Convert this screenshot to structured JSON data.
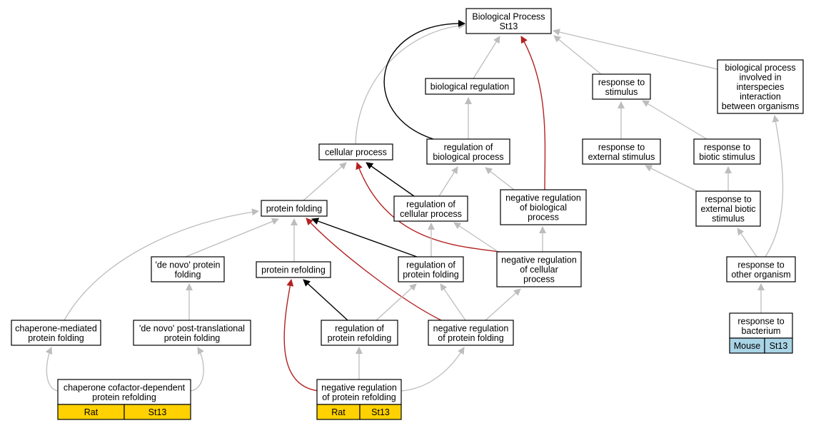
{
  "colors": {
    "edge_default": "#bdbdbd",
    "edge_positive": "#000000",
    "edge_negative": "#b22222",
    "tag_rat": "#ffd100",
    "tag_mouse": "#a9d4e6"
  },
  "nodes": {
    "root": [
      "Biological Process",
      "St13"
    ],
    "bioreg": [
      "biological regulation"
    ],
    "resp_stim": [
      "response to",
      "stimulus"
    ],
    "interspecies": [
      "biological process",
      "involved in",
      "interspecies",
      "interaction",
      "between organisms"
    ],
    "cellproc": [
      "cellular process"
    ],
    "reg_bio": [
      "regulation of",
      "biological process"
    ],
    "resp_ext": [
      "response to",
      "external stimulus"
    ],
    "resp_biotic": [
      "response to",
      "biotic stimulus"
    ],
    "protfold": [
      "protein folding"
    ],
    "reg_cell": [
      "regulation of",
      "cellular process"
    ],
    "neg_reg_bio": [
      "negative regulation",
      "of biological",
      "process"
    ],
    "resp_ext_biotic": [
      "response to",
      "external biotic",
      "stimulus"
    ],
    "denovo": [
      "'de novo' protein",
      "folding"
    ],
    "refold": [
      "protein refolding"
    ],
    "reg_fold": [
      "regulation of",
      "protein folding"
    ],
    "neg_reg_cell": [
      "negative regulation",
      "of cellular",
      "process"
    ],
    "resp_other": [
      "response to",
      "other organism"
    ],
    "chap_med": [
      "chaperone-mediated",
      "protein folding"
    ],
    "denovo_post": [
      "'de novo' post-translational",
      "protein folding"
    ],
    "reg_refold": [
      "regulation of",
      "protein refolding"
    ],
    "neg_reg_fold": [
      "negative regulation",
      "of protein folding"
    ],
    "resp_bact": [
      "response to",
      "bacterium"
    ],
    "chap_cof": [
      "chaperone cofactor-dependent",
      "protein refolding"
    ],
    "neg_reg_refold": [
      "negative regulation",
      "of protein refolding"
    ]
  },
  "tags": {
    "chap_cof": [
      "Rat",
      "St13"
    ],
    "neg_reg_refold": [
      "Rat",
      "St13"
    ],
    "resp_bact": [
      "Mouse",
      "St13"
    ]
  },
  "edges": [
    {
      "from": "bioreg",
      "to": "root",
      "type": "gray"
    },
    {
      "from": "resp_stim",
      "to": "root",
      "type": "gray"
    },
    {
      "from": "interspecies",
      "to": "root",
      "type": "gray"
    },
    {
      "from": "cellproc",
      "to": "root",
      "type": "gray"
    },
    {
      "from": "reg_bio",
      "to": "root",
      "type": "black"
    },
    {
      "from": "neg_reg_bio",
      "to": "root",
      "type": "red"
    },
    {
      "from": "reg_bio",
      "to": "bioreg",
      "type": "gray"
    },
    {
      "from": "resp_ext",
      "to": "resp_stim",
      "type": "gray"
    },
    {
      "from": "resp_biotic",
      "to": "resp_stim",
      "type": "gray"
    },
    {
      "from": "protfold",
      "to": "cellproc",
      "type": "gray"
    },
    {
      "from": "reg_cell",
      "to": "cellproc",
      "type": "black"
    },
    {
      "from": "neg_reg_cell",
      "to": "cellproc",
      "type": "red"
    },
    {
      "from": "reg_cell",
      "to": "reg_bio",
      "type": "gray"
    },
    {
      "from": "neg_reg_bio",
      "to": "reg_bio",
      "type": "gray"
    },
    {
      "from": "resp_ext_biotic",
      "to": "resp_ext",
      "type": "gray"
    },
    {
      "from": "resp_ext_biotic",
      "to": "resp_biotic",
      "type": "gray"
    },
    {
      "from": "denovo",
      "to": "protfold",
      "type": "gray"
    },
    {
      "from": "refold",
      "to": "protfold",
      "type": "gray"
    },
    {
      "from": "reg_fold",
      "to": "protfold",
      "type": "black"
    },
    {
      "from": "neg_reg_fold",
      "to": "protfold",
      "type": "red"
    },
    {
      "from": "chap_med",
      "to": "protfold",
      "type": "gray"
    },
    {
      "from": "reg_fold",
      "to": "reg_cell",
      "type": "gray"
    },
    {
      "from": "neg_reg_cell",
      "to": "reg_cell",
      "type": "gray"
    },
    {
      "from": "neg_reg_cell",
      "to": "neg_reg_bio",
      "type": "gray"
    },
    {
      "from": "resp_other",
      "to": "resp_ext_biotic",
      "type": "gray"
    },
    {
      "from": "resp_other",
      "to": "interspecies",
      "type": "gray"
    },
    {
      "from": "denovo_post",
      "to": "denovo",
      "type": "gray"
    },
    {
      "from": "reg_refold",
      "to": "refold",
      "type": "black"
    },
    {
      "from": "neg_reg_refold",
      "to": "refold",
      "type": "red"
    },
    {
      "from": "reg_refold",
      "to": "reg_fold",
      "type": "gray"
    },
    {
      "from": "neg_reg_fold",
      "to": "reg_fold",
      "type": "gray"
    },
    {
      "from": "neg_reg_fold",
      "to": "neg_reg_cell",
      "type": "gray"
    },
    {
      "from": "resp_bact",
      "to": "resp_other",
      "type": "gray"
    },
    {
      "from": "chap_cof",
      "to": "chap_med",
      "type": "gray"
    },
    {
      "from": "chap_cof",
      "to": "denovo_post",
      "type": "gray"
    },
    {
      "from": "neg_reg_refold",
      "to": "reg_refold",
      "type": "gray"
    },
    {
      "from": "neg_reg_refold",
      "to": "neg_reg_fold",
      "type": "gray"
    }
  ]
}
